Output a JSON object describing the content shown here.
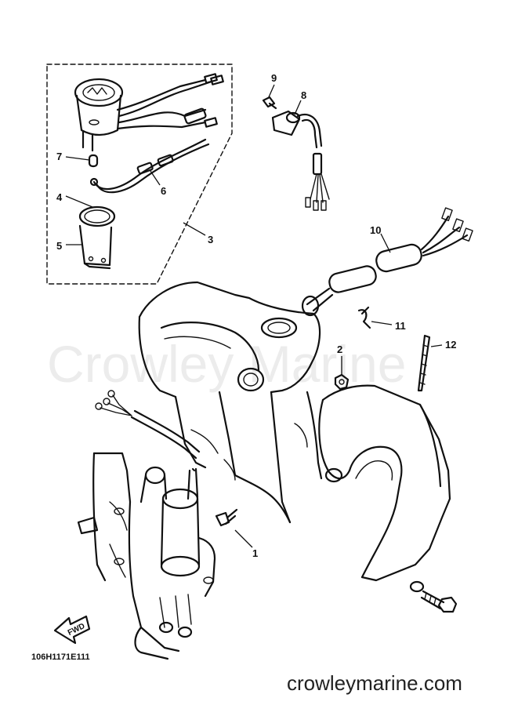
{
  "watermark": "Crowley Marine",
  "part_code": "106H1171E111",
  "site_url": "crowleymarine.com",
  "fwd_label": "FWD",
  "callouts": [
    {
      "id": "1",
      "label": "1"
    },
    {
      "id": "2",
      "label": "2"
    },
    {
      "id": "3",
      "label": "3"
    },
    {
      "id": "4",
      "label": "4"
    },
    {
      "id": "5",
      "label": "5"
    },
    {
      "id": "6",
      "label": "6"
    },
    {
      "id": "7",
      "label": "7"
    },
    {
      "id": "8",
      "label": "8"
    },
    {
      "id": "9",
      "label": "9"
    },
    {
      "id": "10",
      "label": "10"
    },
    {
      "id": "11",
      "label": "11"
    },
    {
      "id": "12",
      "label": "12"
    }
  ]
}
